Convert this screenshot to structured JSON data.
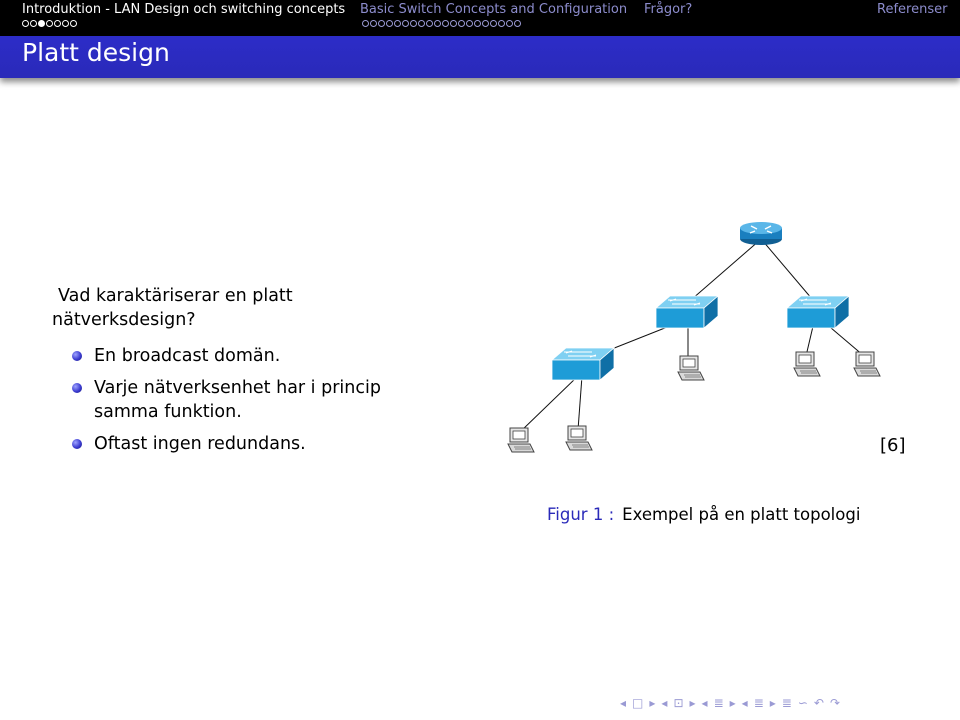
{
  "header": {
    "sections": [
      {
        "label": "Introduktion - LAN Design och switching concepts",
        "active": true,
        "dots": 7,
        "current": 2
      },
      {
        "label": "Basic Switch Concepts and Configuration",
        "active": false,
        "dots": 20
      },
      {
        "label": "Frågor?",
        "active": false,
        "dots": 0
      },
      {
        "label": "Referenser",
        "active": false,
        "dots": 0
      }
    ]
  },
  "frame": {
    "title": "Platt design",
    "lead": "Vad karaktäriserar en platt nätverksdesign?",
    "items": [
      "En broadcast domän.",
      "Varje nätverksenhet har i princip samma funktion.",
      "Oftast ingen redundans."
    ]
  },
  "figure": {
    "citation": "[6]",
    "label": "Figur 1 :",
    "caption": "Exempel på en platt topologi",
    "icons": {
      "router": "router-icon",
      "switch": "switch-icon",
      "host": "workstation-icon"
    }
  },
  "navigation": {
    "symbols": [
      "◂",
      "□",
      "▸",
      "◂",
      "⊡",
      "▸",
      "◂",
      "≣",
      "▸",
      "◂",
      "≣",
      "▸",
      "≣",
      "∽",
      "↶",
      "↷"
    ]
  },
  "colors": {
    "title_band": "#2a2ab9",
    "header": "#000000",
    "switch": "#1e9cd7",
    "router": "#1a7fbf",
    "caption_label": "#2a2ab9"
  }
}
